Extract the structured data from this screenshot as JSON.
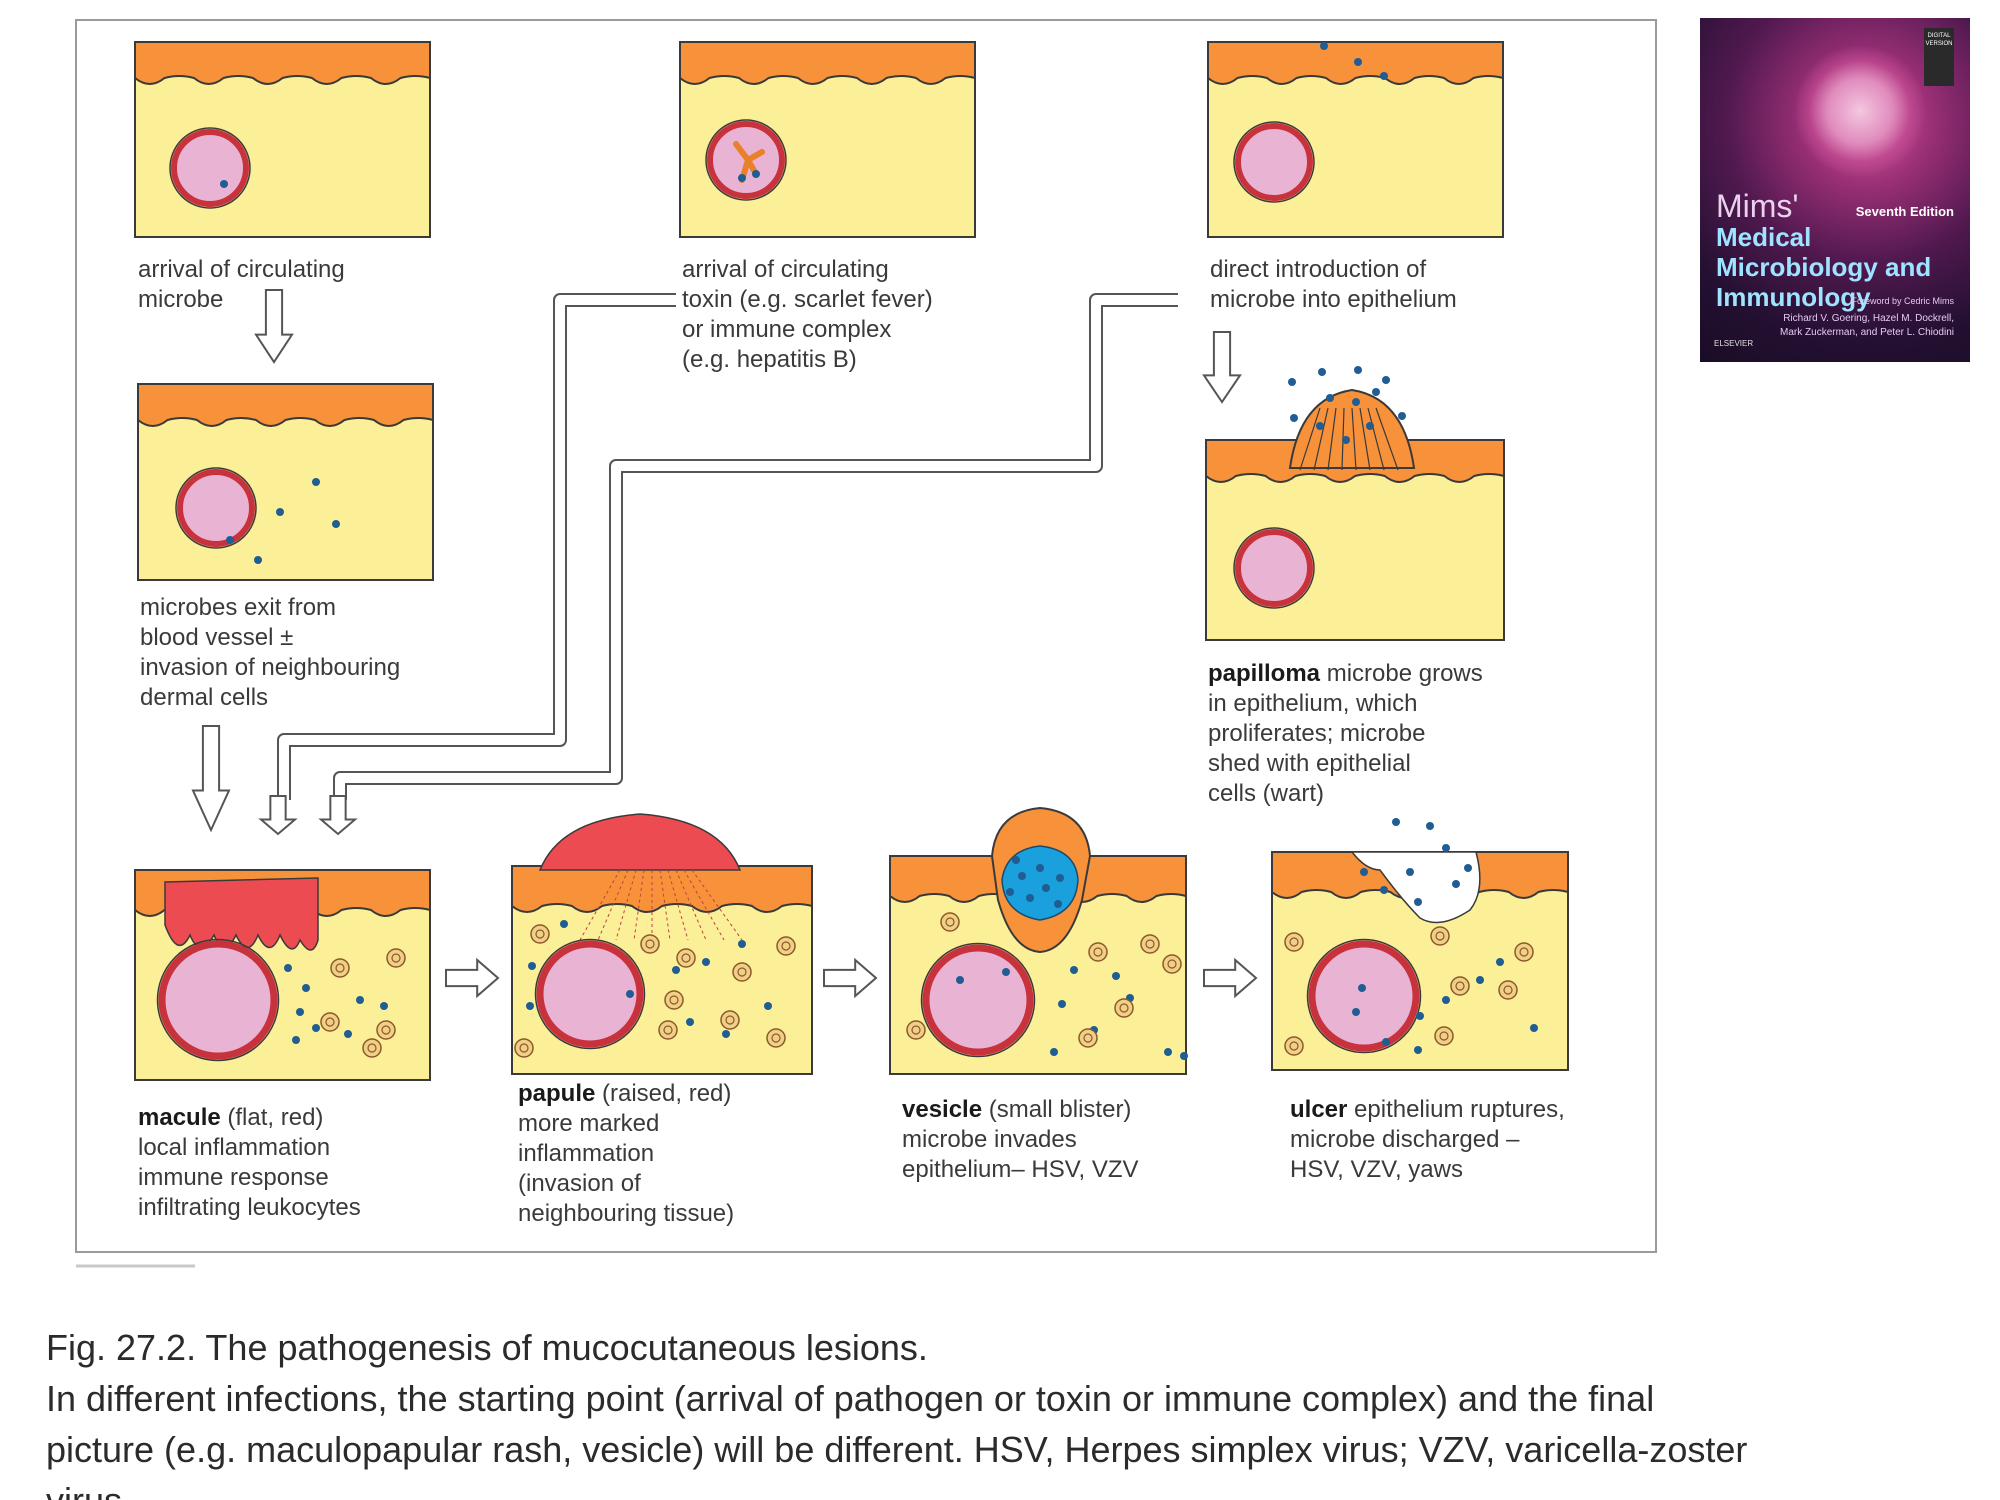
{
  "top_panels": {
    "microbe_arrival": [
      "arrival of circulating",
      "microbe"
    ],
    "toxin_arrival": [
      "arrival of circulating",
      "toxin (e.g. scarlet fever)",
      "or immune complex",
      "(e.g. hepatitis B)"
    ],
    "direct_introduction": [
      "direct introduction of",
      "microbe into epithelium"
    ]
  },
  "exit_panel": [
    "microbes exit from",
    "blood vessel ±",
    "invasion of neighbouring",
    "dermal cells"
  ],
  "papilloma": {
    "term": "papilloma",
    "lines": [
      " microbe grows",
      "in epithelium, which",
      "proliferates; microbe",
      "shed with epithelial",
      "cells (wart)"
    ]
  },
  "lesions": [
    {
      "term": "macule",
      "qualifier": " (flat, red)",
      "lines": [
        "local inflammation",
        "immune response",
        "infiltrating leukocytes"
      ]
    },
    {
      "term": "papule",
      "qualifier": " (raised, red)",
      "lines": [
        "more marked",
        "inflammation",
        "(invasion of",
        "neighbouring tissue)"
      ]
    },
    {
      "term": "vesicle",
      "qualifier": " (small blister)",
      "lines": [
        "microbe invades",
        "epithelium– HSV, VZV"
      ]
    },
    {
      "term": "ulcer",
      "qualifier": " epithelium ruptures,",
      "lines": [
        "microbe discharged –",
        "HSV, VZV, yaws"
      ]
    }
  ],
  "caption": {
    "title": "Fig. 27.2. The pathogenesis of mucocutaneous lesions.",
    "line1": " In different infections, the starting point (arrival of pathogen or toxin or immune complex) and the final",
    "line2": "picture (e.g. maculopapular rash, vesicle) will be different. HSV, Herpes simplex virus; VZV, varicella-zoster",
    "line3": "virus."
  },
  "book": {
    "author_brand": "Mims'",
    "edition": "Seventh Edition",
    "title": "Medical Microbiology and Immunology",
    "foreword": "Foreword by Cedric Mims",
    "authors_line1": "Richard V. Goering, Hazel M. Dockrell,",
    "authors_line2": "Mark Zuckerman, and Peter L. Chiodini",
    "badge": "DIGITAL VERSION",
    "publisher": "ELSEVIER"
  },
  "colors": {
    "dermis": "#fbef98",
    "epidermis": "#f7913a",
    "vessel_ring": "#c8323c",
    "vessel_fill": "#e9b4d3",
    "microbe": "#1f5d93",
    "inflammation": "#ec4b52",
    "blister_fluid": "#1aa0dc",
    "leukocyte": "#f2cf86",
    "frame": "#9a9a9a"
  }
}
